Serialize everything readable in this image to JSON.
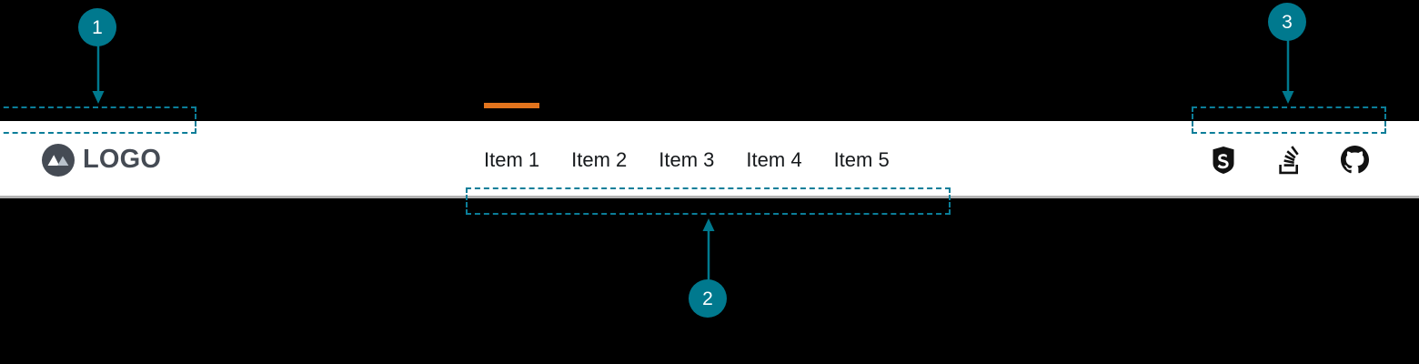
{
  "header": {
    "background_color": "#ffffff",
    "border_color": "#b3b3b3",
    "brand": {
      "text": "LOGO",
      "icon": "mountain-logo-icon",
      "circle_color": "#454b54",
      "text_color": "#454b54"
    },
    "nav": {
      "active_marker_color": "#e2741d",
      "items": [
        {
          "label": "Item 1",
          "active": true
        },
        {
          "label": "Item 2",
          "active": false
        },
        {
          "label": "Item 3",
          "active": false
        },
        {
          "label": "Item 4",
          "active": false
        },
        {
          "label": "Item 5",
          "active": false
        }
      ]
    },
    "social": {
      "items": [
        {
          "icon": "sourcerer-s-icon",
          "label": "Sourcerer"
        },
        {
          "icon": "stack-overflow-icon",
          "label": "Stack Overflow"
        },
        {
          "icon": "github-icon",
          "label": "GitHub"
        }
      ],
      "color": "#111111"
    }
  },
  "annotations": {
    "accent_color": "#00798e",
    "box_border_color": "#0b7e99",
    "markers": [
      {
        "number": "1",
        "target": "brand-logo-region",
        "direction": "down"
      },
      {
        "number": "2",
        "target": "primary-nav-region",
        "direction": "up"
      },
      {
        "number": "3",
        "target": "social-links-region",
        "direction": "down"
      }
    ]
  }
}
